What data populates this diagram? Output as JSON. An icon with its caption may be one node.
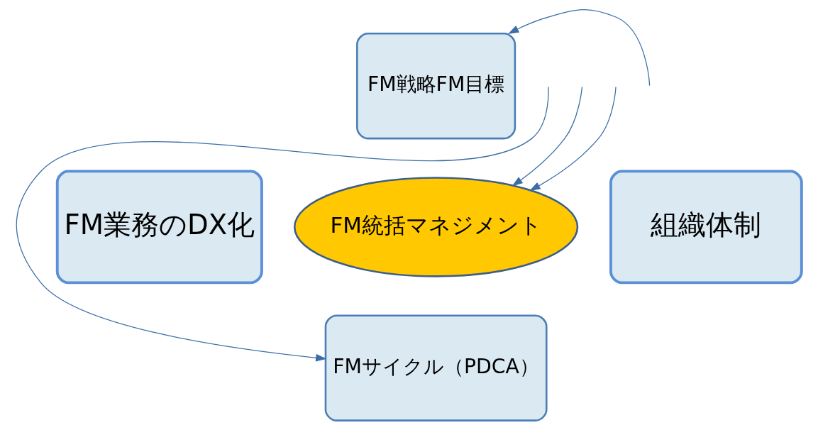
{
  "diagram": {
    "nodes": [
      {
        "text": [
          "FM戦略FM目標"
        ]
      },
      {
        "text": [
          "FM業務のDX化"
        ]
      },
      {
        "text": [
          "FM統括マネジメント"
        ]
      },
      {
        "text": [
          "組織体制"
        ]
      },
      {
        "text": [
          "FMサイクル（PDCA）"
        ]
      }
    ],
    "edges": [
      {
        "from": null,
        "to": 0,
        "arrow": "to"
      },
      {
        "from": null,
        "to": 2,
        "arrow": "to"
      },
      {
        "from": null,
        "to": 2,
        "arrow": "to"
      },
      {
        "from": null,
        "to": 4,
        "arrow": "to"
      }
    ]
  }
}
